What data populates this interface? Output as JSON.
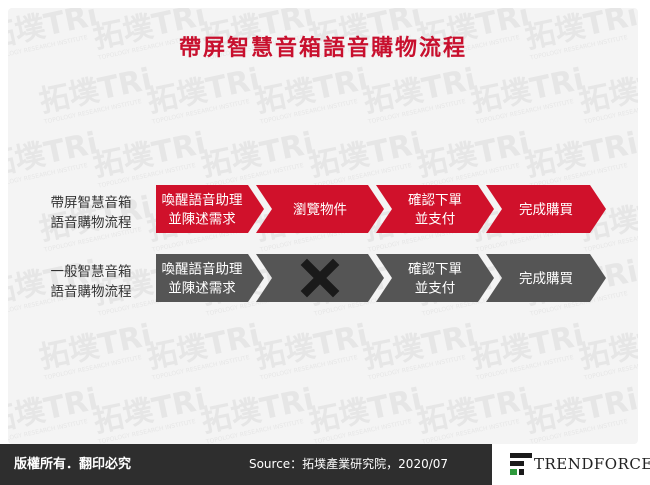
{
  "title": "帶屏智慧音箱語音購物流程",
  "rows": [
    {
      "label_line1": "帶屏智慧音箱",
      "label_line2": "語音購物流程",
      "color": "#d0112b",
      "steps": [
        {
          "line1": "喚醒語音助理",
          "line2": "並陳述需求"
        },
        {
          "line1": "瀏覽物件",
          "line2": ""
        },
        {
          "line1": "確認下單",
          "line2": "並支付"
        },
        {
          "line1": "完成購買",
          "line2": ""
        }
      ]
    },
    {
      "label_line1": "一般智慧音箱",
      "label_line2": "語音購物流程",
      "color": "#555555",
      "steps": [
        {
          "line1": "喚醒語音助理",
          "line2": "並陳述需求"
        },
        {
          "line1": "",
          "line2": "",
          "icon": "cross-icon"
        },
        {
          "line1": "確認下單",
          "line2": "並支付"
        },
        {
          "line1": "完成購買",
          "line2": ""
        }
      ]
    }
  ],
  "watermark": {
    "text": "拓墣TRi",
    "sub": "TOPOLOGY RESEARCH INSTITUTE"
  },
  "footer": {
    "copyright": "版權所有．翻印必究",
    "source": "Source：拓墣產業研究院，2020/07",
    "brand": "TRENDFORCE",
    "brand_icon": "trendforce-logo-icon"
  }
}
